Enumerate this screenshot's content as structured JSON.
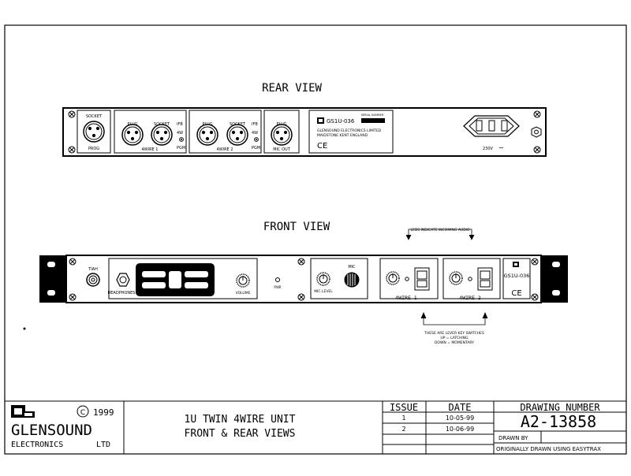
{
  "views": {
    "rear_title": "REAR VIEW",
    "front_title": "FRONT VIEW"
  },
  "rear_panel": {
    "prog": {
      "socket": "SOCKET",
      "label": "PROG"
    },
    "wire1": {
      "plug": "PLUG",
      "socket": "SOCKET",
      "label": "4WIRE 1",
      "ifb": "IFB",
      "fourw": "4W",
      "pgm": "PGM"
    },
    "wire2": {
      "plug": "PLUG",
      "socket": "SOCKET",
      "label": "4WIRE 2",
      "ifb": "IFB",
      "fourw": "4W",
      "pgm": "PGM"
    },
    "mic_out": {
      "plug": "PLUG",
      "label": "MIC OUT"
    },
    "nameplate": {
      "model": "GS1U-036",
      "serial_label": "SERIAL NUMBER",
      "company": "GLENSOUND ELECTRONICS LIMITED",
      "address": "MAIDSTONE KENT ENGLAND",
      "ce": "CE"
    },
    "mains": {
      "voltage": "230V",
      "ac_symbol": "∼"
    }
  },
  "front_panel": {
    "leds_note": "LEDS INDICATE INCOMING AUDIO",
    "tiah": "TIAH",
    "headphones": "HEADPHONES",
    "volume": "VOLUME",
    "pwr": "PWR",
    "mic": "MIC",
    "mic_level": "MIC LEVEL",
    "wire1": "4WIRE 1",
    "wire2": "4WIRE 2",
    "model": "GS1U-036",
    "ce": "CE",
    "switch_note": [
      "THESE ARE LEVER KEY SWITCHES",
      "UP = LATCHING",
      "DOWN = MOMENTARY"
    ]
  },
  "title_block": {
    "company_line1": "GLENSOUND",
    "company_line2_a": "ELECTRONICS",
    "company_line2_b": "LTD",
    "copyright_symbol": "C",
    "copyright_year": "1999",
    "title_line1": "1U TWIN 4WIRE UNIT",
    "title_line2": "FRONT & REAR VIEWS",
    "issue_header": "ISSUE",
    "date_header": "DATE",
    "issues": [
      {
        "issue": "1",
        "date": "10-05-99"
      },
      {
        "issue": "2",
        "date": "10-06-99"
      }
    ],
    "drawing_number_label": "DRAWING NUMBER",
    "drawing_number": "A2-13858",
    "drawn_by_label": "DRAWN BY",
    "drawn_by_value": "",
    "origin_note": "ORIGINALLY DRAWN USING EASYTRAX"
  }
}
